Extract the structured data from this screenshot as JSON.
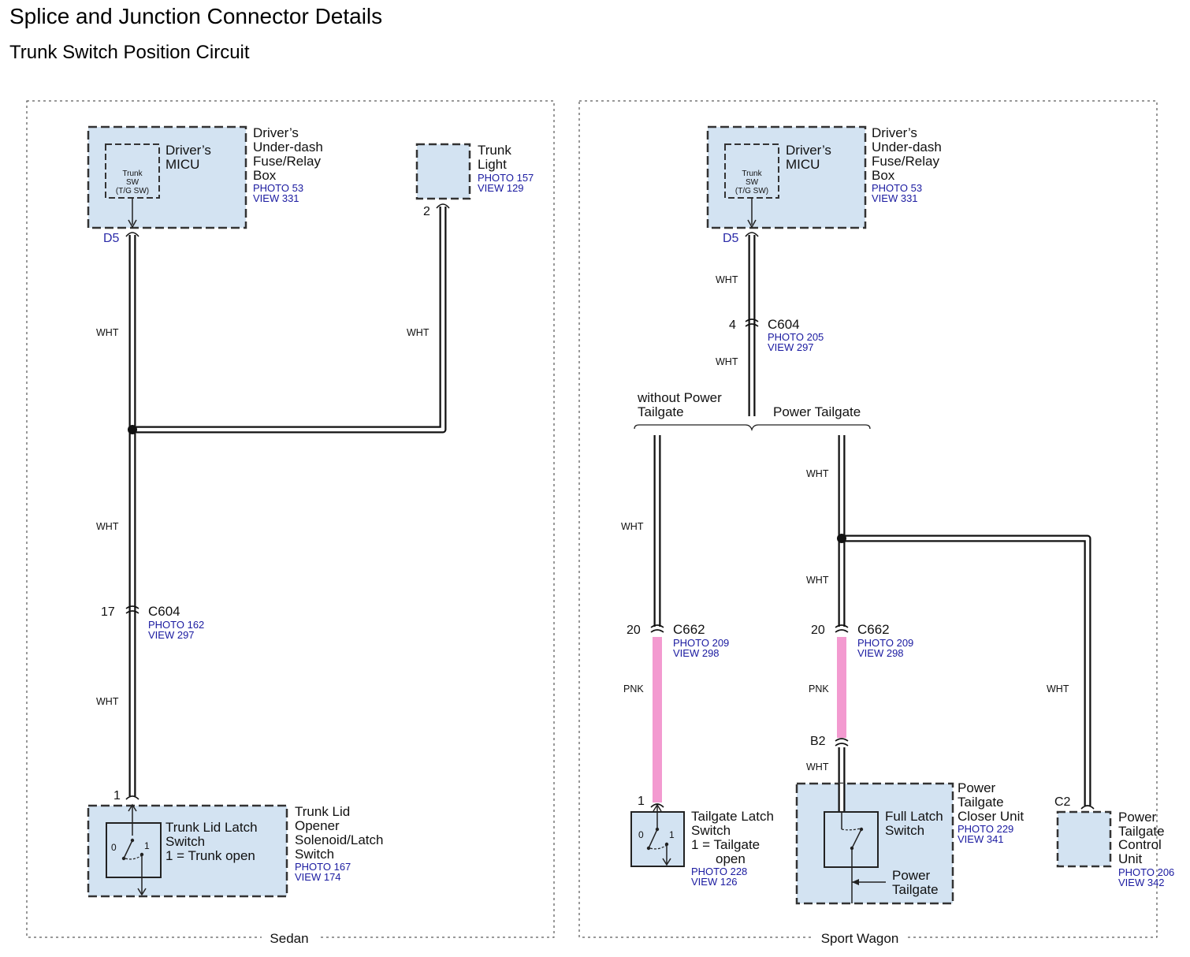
{
  "header": {
    "title": "Splice and Junction Connector Details",
    "subtitle": "Trunk Switch Position Circuit"
  },
  "sedan": {
    "panel_label": "Sedan",
    "fuse_box": {
      "label": [
        "Driver’s",
        "Under-dash",
        "Fuse/Relay",
        "Box"
      ],
      "photo": "PHOTO 53",
      "view": "VIEW 331",
      "micu": [
        "Driver’s",
        "MICU"
      ],
      "sw": [
        "Trunk",
        "SW",
        "(T/G SW)"
      ],
      "pin": "D5"
    },
    "trunk_light": {
      "label": [
        "Trunk",
        "Light"
      ],
      "photo": "PHOTO 157",
      "view": "VIEW 129",
      "pin": "2"
    },
    "wires": {
      "w1": "WHT",
      "w2": "WHT",
      "w3": "WHT",
      "w4": "WHT"
    },
    "c604": {
      "pin": "17",
      "name": "C604",
      "photo": "PHOTO 162",
      "view": "VIEW 297"
    },
    "solenoid": {
      "pin": "1",
      "label": [
        "Trunk Lid",
        "Opener",
        "Solenoid/Latch",
        "Switch"
      ],
      "photo": "PHOTO 167",
      "view": "VIEW 174",
      "switch_label": [
        "Trunk Lid Latch",
        "Switch",
        "1 = Trunk open"
      ],
      "pos0": "0",
      "pos1": "1"
    }
  },
  "wagon": {
    "panel_label": "Sport Wagon",
    "fuse_box": {
      "label": [
        "Driver’s",
        "Under-dash",
        "Fuse/Relay",
        "Box"
      ],
      "photo": "PHOTO 53",
      "view": "VIEW 331",
      "micu": [
        "Driver’s",
        "MICU"
      ],
      "sw": [
        "Trunk",
        "SW",
        "(T/G SW)"
      ],
      "pin": "D5"
    },
    "wires": {
      "top1": "WHT",
      "top2": "WHT",
      "left": "WHT",
      "mid1": "WHT",
      "mid2": "WHT",
      "right": "WHT",
      "pnk_left": "PNK",
      "pnk_mid": "PNK",
      "b2_wht": "WHT"
    },
    "c604": {
      "pin": "4",
      "name": "C604",
      "photo": "PHOTO 205",
      "view": "VIEW 297"
    },
    "option_without": [
      "without Power",
      "Tailgate"
    ],
    "option_with": "Power Tailgate",
    "c662_left": {
      "pin": "20",
      "name": "C662",
      "photo": "PHOTO 209",
      "view": "VIEW 298"
    },
    "c662_mid": {
      "pin": "20",
      "name": "C662",
      "photo": "PHOTO 209",
      "view": "VIEW 298"
    },
    "tailgate_latch": {
      "pin": "1",
      "label": [
        "Tailgate Latch",
        "Switch",
        "1 = Tailgate",
        "open"
      ],
      "photo": "PHOTO 228",
      "view": "VIEW 126",
      "pos0": "0",
      "pos1": "1"
    },
    "closer_unit": {
      "pin": "B2",
      "label": [
        "Power",
        "Tailgate",
        "Closer Unit"
      ],
      "photo": "PHOTO 229",
      "view": "VIEW 341",
      "switch_label": [
        "Full Latch",
        "Switch"
      ],
      "power_label": [
        "Power",
        "Tailgate"
      ]
    },
    "control_unit": {
      "pin": "C2",
      "label": [
        "Power",
        "Tailgate",
        "Control",
        "Unit"
      ],
      "photo": "PHOTO 206",
      "view": "VIEW 342"
    }
  }
}
